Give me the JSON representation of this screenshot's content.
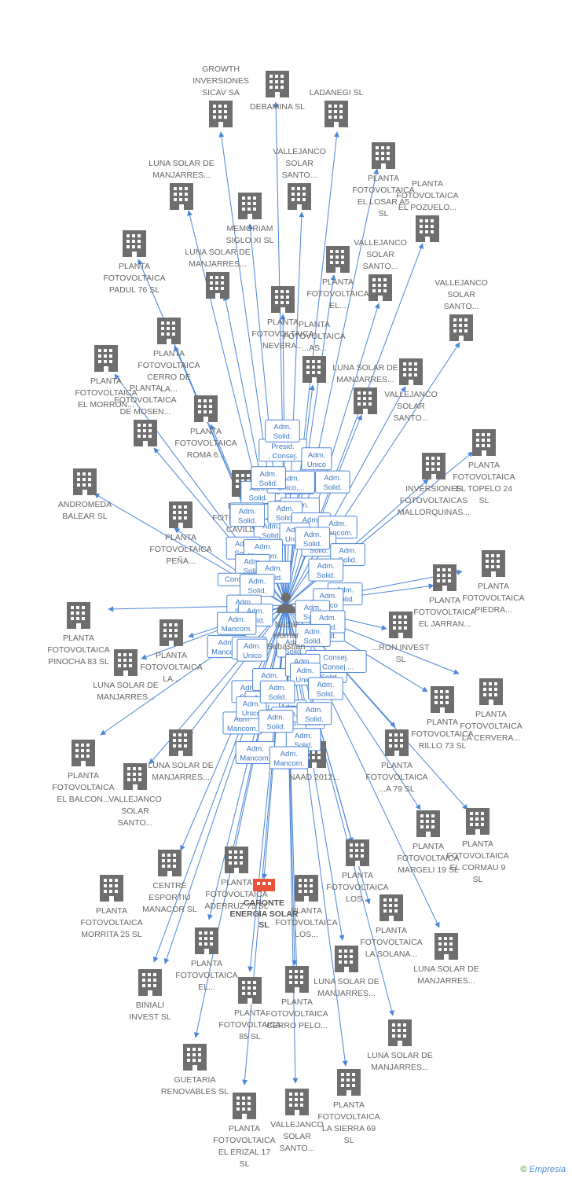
{
  "colors": {
    "edge": "#4a86d8",
    "building": "#6e6e6e",
    "focus": "#e8533a",
    "label": "#666666"
  },
  "center": {
    "name": "Nadal Homar Sebastian"
  },
  "focus_company": "CARONTE ENERGIA SOLAR SL",
  "companies": [
    "GROWTH INVERSIONES SICAV SA",
    "DEBAMINA SL",
    "LADANEGI SL",
    "PLANTA FOTOVOLTAICA EL LOSAR A5 SL",
    "LUNA SOLAR DE MANJARRES...",
    "MEMORIAM SIGLO XI SL",
    "VALLEJANCO SOLAR SANTO...",
    "PLANTA FOTOVOLTAICA PADUL 76 SL",
    "PLANTA FOTOVOLTAICA EL POZUELO...",
    "PLANTA FOTOVOLTAICA EL...",
    "LUNA SOLAR DE MANJARRES...",
    "PLANTA FOTOVOLTAICA NEVERA...",
    "VALLEJANCO SOLAR SANTO...",
    "PLANTA FOTOVOLTAICA CERRO DE LA...",
    "VALLEJANCO SOLAR SANTO...",
    "PLANTA FOTOVOLTAICA EL MORRON...",
    "PLANTA FOTOVOLTAICA ...AS...",
    "VALLEJANCO SOLAR SANTO...",
    "LUNA SOLAR DE MANJARRES...",
    "PLANTA FOTOVOLTAICA ROMA 6...",
    "PLANTA FOTOVOLTAICA DE MOSEN...",
    "PLANTA FOTOVOLTAICA EL TOPELO 24 SL",
    "INVERSIONES FOTOVOLTAICAS MALLORQUINAS...",
    "ANDROMEDA BALEAR SL",
    "PLANTA FOTOVOLTAICA CAVILL...",
    "PLANTA FOTOVOLTAICA PEÑA...",
    "PLANTA FOTOVOLTAICA PIEDRA...",
    "PLANTA FOTOVOLTAICA EL JARRAN...",
    "PLANTA FOTOVOLTAICA PINOCHA 83 SL",
    "PLANTA FOTOVOLTAICA LA...",
    "...RON INVEST SL",
    "LUNA SOLAR DE MANJARRES...",
    "PLANTA FOTOVOLTAICA RILLO 73 SL",
    "PLANTA FOTOVOLTAICA LA CERVERA...",
    "PLANTA FOTOVOLTAICA EL BALCON...",
    "VALLEJANCO SOLAR SANTO...",
    "LUNA SOLAR DE MANJARRES...",
    "NAAD 2012...",
    "PLANTA FOTOVOLTAICA ...A 79 SL",
    "PLANTA FOTOVOLTAICA MARGELI 19 SL",
    "PLANTA FOTOVOLTAICA EL CORMAU 9 SL",
    "CENTRE ESPORTIU MANACOR SL",
    "PLANTA FOTOVOLTAICA ADERRUZ 75 SL",
    "PLANTA FOTOVOLTAICA LOS...",
    "PLANTA FOTOVOLTAICA MORRITA 25 SL",
    "PLANTA FOTOVOLTAICA LOS...",
    "PLANTA FOTOVOLTAICA LA SOLANA...",
    "PLANTA FOTOVOLTAICA EL...",
    "LUNA SOLAR DE MANJARRES...",
    "LUNA SOLAR DE MANJARRES...",
    "BINIALI INVEST SL",
    "PLANTA FOTOVOLTAICA 85 SL",
    "PLANTA FOTOVOLTAICA CERRO PELO...",
    "LUNA SOLAR DE MANJARRES...",
    "GUETARIA RENOVABLES SL",
    "PLANTA FOTOVOLTAICA LA SIERRA 69 SL",
    "PLANTA FOTOVOLTAICA EL ERIZAL 17 SL",
    "VALLEJANCO SOLAR SANTO..."
  ],
  "roles": [
    "Socio Único",
    "Presid. , Consej.",
    "Adm. Unico",
    "Adm. Unico",
    "Adm. Solid.",
    "Adm. Mancom.",
    "Adm. Unico,...",
    "Adm. Solid.",
    "Adm. Solid.",
    "Adm. Mancom.",
    "Adm. Solid.",
    "Adm. Solid.",
    "Adm. Mancom.",
    "Adm. Solid.",
    "Adm. Mancom.",
    "Adm. Solid.",
    "Adm. Unico",
    "Adm. Solid.",
    "Adm. Solid.",
    "Adm. Mancom.",
    "Adm. Solid.",
    "Adm. Solid.",
    "Adm. Solid.",
    "Consejero",
    "Adm. Solid.",
    "Adm. Solid.",
    "Adm. Solid.",
    "Adm. Unico",
    "Adm. Solid.",
    "Adm. Solid.",
    "Adm. Solid.",
    "Adm. Mancom.",
    "Adm. Solid.",
    "Adm. Solid.",
    "Adm. Mancom.",
    "Adm. Solid.",
    "Adm. Unico",
    "Adm. Solid.",
    "Adm. Solid.",
    "Adm. Solid.",
    "Consej. , Consej....",
    "Adm. Solid.",
    "Adm. Solid.",
    "Adm. Solid.",
    "Adm. Mancom.",
    "Adm. Solid.",
    "Adm. Unico",
    "Adm. Solid.",
    "Adm. Solid.",
    "Adm. Mancom.",
    "Adm. Unico",
    "Adm. Solid.",
    "Adm. Solid.",
    "Adm. Solid.",
    "Adm. Mancom.",
    "Adm. Solid.",
    "Adm. Solid.",
    "Adm. Mancom.",
    "Adm. Solid.",
    "Adm. Solid."
  ],
  "footer": {
    "copyright": "©",
    "brand": "Empresia"
  }
}
